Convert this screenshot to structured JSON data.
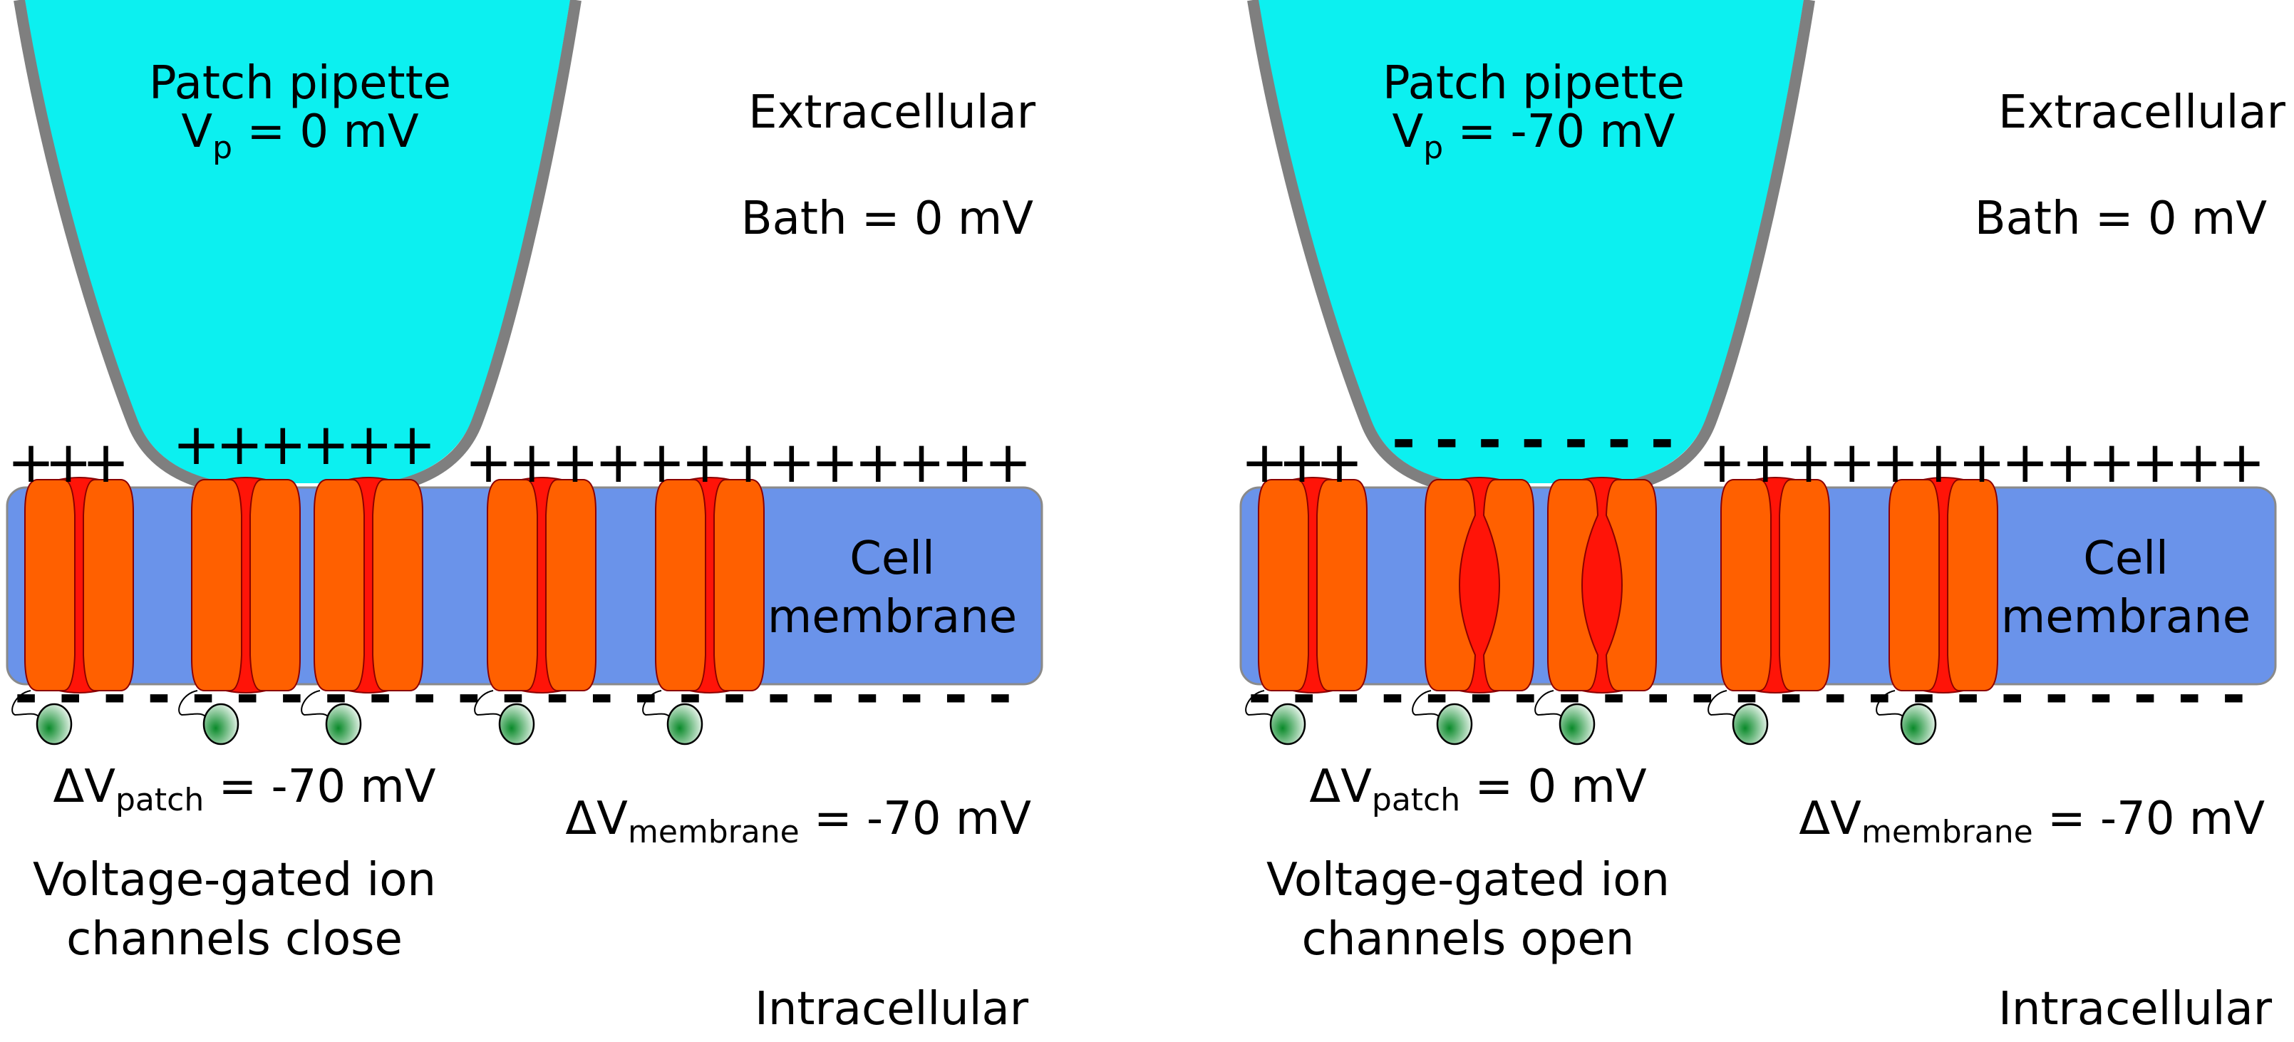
{
  "colors": {
    "pipette_fill": "#0cf0f0",
    "pipette_wall": "#7f7f7f",
    "membrane": "#6a93ea",
    "channel_subunit": "#ff6000",
    "channel_pore": "#ff1408",
    "gating_particle": "#0a8a2a"
  },
  "panels": [
    {
      "pipette_title": "Patch pipette",
      "vp_main": "V",
      "vp_sub": "p",
      "vp_value": " = 0 mV",
      "extracellular": "Extracellular",
      "bath": "Bath = 0 mV",
      "cell_line1": "Cell",
      "cell_line2": "membrane",
      "dv_patch_main": "ΔV",
      "dv_patch_sub": "patch",
      "dv_patch_value": " = -70 mV",
      "dv_membrane_main": "ΔV",
      "dv_membrane_sub": "membrane",
      "dv_membrane_value": " = -70 mV",
      "channel_text_line1": "Voltage-gated ion",
      "channel_text_line2": "channels close",
      "intracellular": "Intracellular",
      "charges_left": "+++",
      "charges_pipette": "++++++",
      "charges_right": "+++++++++++++",
      "charges_inner": "-----------------------",
      "channel_states": [
        "closed",
        "closed",
        "closed",
        "closed",
        "closed"
      ]
    },
    {
      "pipette_title": "Patch pipette",
      "vp_main": "V",
      "vp_sub": "p",
      "vp_value": " = -70 mV",
      "extracellular": "Extracellular",
      "bath": "Bath = 0 mV",
      "cell_line1": "Cell",
      "cell_line2": "membrane",
      "dv_patch_main": "ΔV",
      "dv_patch_sub": "patch",
      "dv_patch_value": " = 0 mV",
      "dv_membrane_main": "ΔV",
      "dv_membrane_sub": "membrane",
      "dv_membrane_value": " = -70 mV",
      "channel_text_line1": "Voltage-gated ion",
      "channel_text_line2": "channels open",
      "intracellular": "Intracellular",
      "charges_left": "+++",
      "charges_pipette": "-------",
      "charges_right": "+++++++++++++",
      "charges_inner": "-----------------------",
      "channel_states": [
        "closed",
        "open",
        "open",
        "closed",
        "closed"
      ]
    }
  ]
}
